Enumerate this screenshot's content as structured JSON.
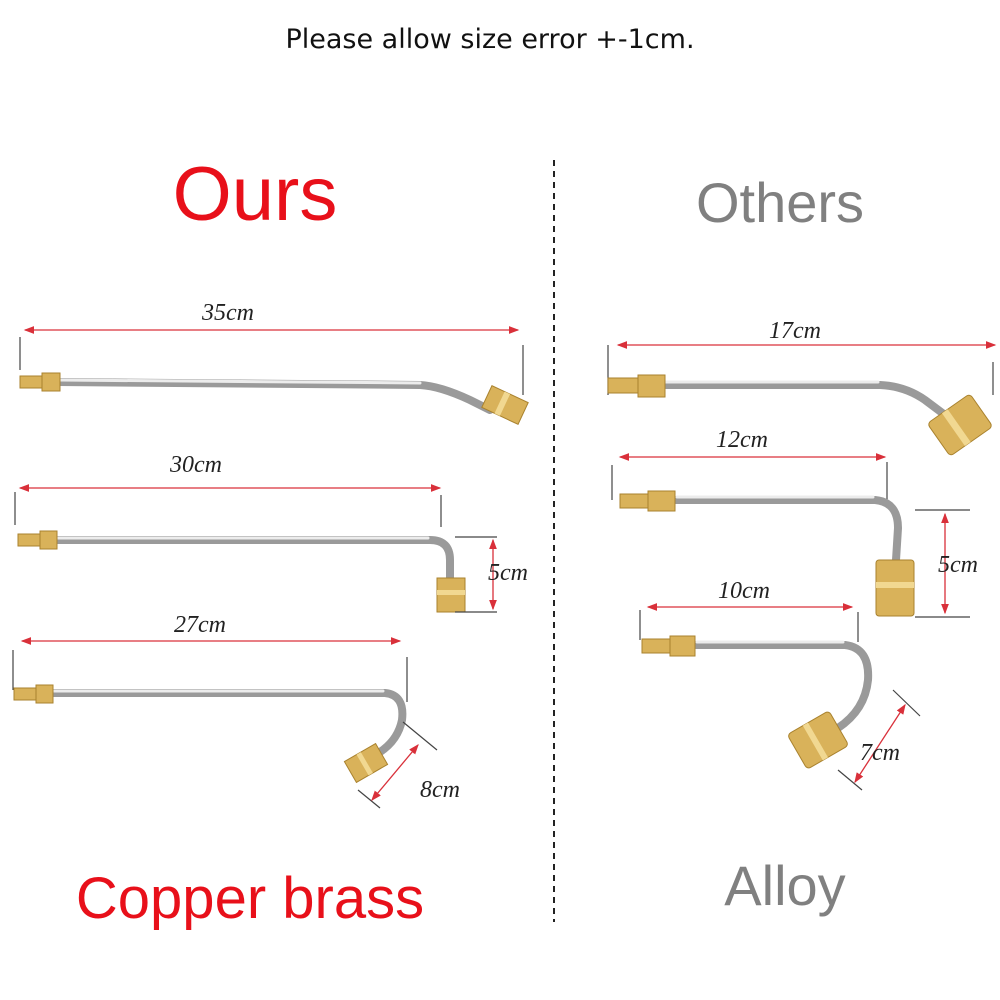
{
  "note": "Please allow size error +-1cm.",
  "left": {
    "heading": "Ours",
    "material": "Copper brass",
    "rods": [
      {
        "length_label": "35cm"
      },
      {
        "length_label": "30cm",
        "drop_label": "5cm"
      },
      {
        "length_label": "27cm",
        "drop_label": "8cm"
      }
    ]
  },
  "right": {
    "heading": "Others",
    "material": "Alloy",
    "rods": [
      {
        "length_label": "17cm"
      },
      {
        "length_label": "12cm",
        "drop_label": "5cm"
      },
      {
        "length_label": "10cm",
        "drop_label": "7cm"
      }
    ]
  },
  "colors": {
    "ours": "#e8101a",
    "others": "#808080",
    "measure": "#d9303a",
    "brass": "#d9b25a"
  }
}
